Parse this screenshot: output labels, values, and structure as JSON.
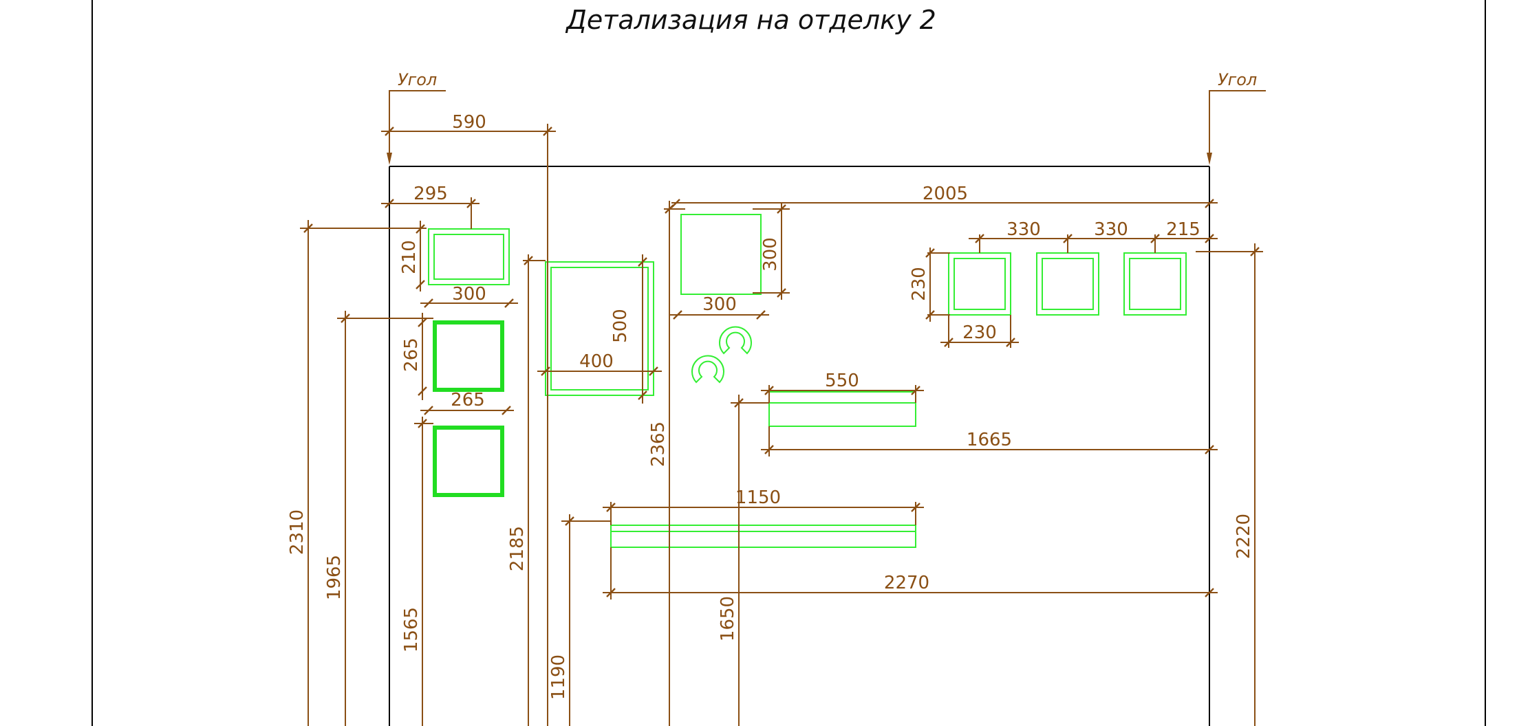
{
  "title": "Детализация на отделку 2",
  "corner_labels": [
    "Угол",
    "Угол"
  ],
  "dimensions": {
    "corner_to_frame": "590",
    "frame1_width": "295",
    "frame1_height": "210",
    "frame2_width": "300",
    "frame3_height": "265",
    "frame3_width": "265",
    "big_frame_height": "500",
    "big_frame_width": "400",
    "square_frame_height": "300",
    "square_frame_width": "300",
    "span_2005": "2005",
    "gap1": "330",
    "gap2": "330",
    "gap3": "215",
    "small_sq_height": "230",
    "small_sq_width": "230",
    "shelf1_width": "550",
    "shelf1_offset": "1665",
    "shelf2_width": "1150",
    "shelf2_offset": "2270",
    "height_2310": "2310",
    "height_1965": "1965",
    "height_1565": "1565",
    "height_2185": "2185",
    "height_2365": "2365",
    "height_1650": "1650",
    "height_1190": "1190",
    "height_2220": "2220"
  }
}
